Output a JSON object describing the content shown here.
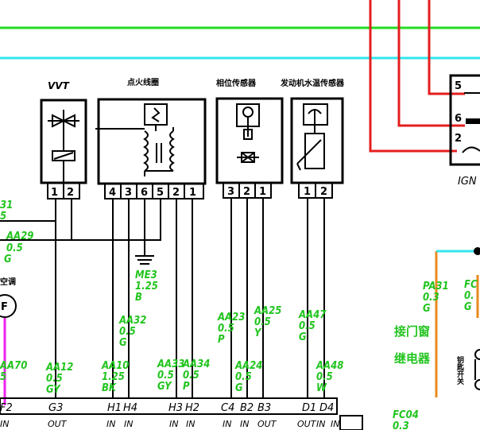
{
  "colors": {
    "green_wire": "#22dd22",
    "cyan_wire": "#33e5ee",
    "red_wire": "#e41e1e",
    "magenta_wire": "#ee22ee",
    "orange_wire": "#e98a1c",
    "label_green": "#22c41f"
  },
  "components": {
    "vvt": {
      "title": "VVT",
      "pins": [
        "1",
        "2"
      ]
    },
    "ignition_coil": {
      "title": "点火线圈",
      "pins": [
        "4",
        "3",
        "6",
        "5",
        "2",
        "1"
      ]
    },
    "camshaft_sensor": {
      "title": "相位传感器",
      "pins": [
        "3",
        "2",
        "1"
      ]
    },
    "coolant_sensor": {
      "title": "发动机水温传感器",
      "pins": [
        "1",
        "2"
      ]
    },
    "ign_switch": {
      "title": "IGN",
      "pins": [
        "5",
        "6",
        "2"
      ]
    },
    "relay_text_1": "接门窗",
    "relay_text_2": "继电器",
    "side_text": "空调",
    "side_vtext": "钥匙开关",
    "fan_symbol": "F"
  },
  "wire_labels": {
    "left_top": [
      "31",
      "5"
    ],
    "aa29": [
      "AA29",
      "0.5",
      "G"
    ],
    "me3": [
      "ME3",
      "1.25",
      "B"
    ],
    "aa32": [
      "AA32",
      "0.5",
      "G"
    ],
    "aa10": [
      "AA10",
      "1.25",
      "BK"
    ],
    "aa33": [
      "AA33",
      "0.5",
      "GY"
    ],
    "aa34": [
      "AA34",
      "0.5",
      "P"
    ],
    "aa23": [
      "AA23",
      "0.5",
      "P"
    ],
    "aa25": [
      "AA25",
      "0.5",
      "Y"
    ],
    "aa24": [
      "AA24",
      "0.5",
      "G"
    ],
    "aa47": [
      "AA47",
      "0.5",
      "G"
    ],
    "aa48": [
      "AA48",
      "0.5",
      "W"
    ],
    "aa12": [
      "AA12",
      "0.5",
      "GY"
    ],
    "aa70": [
      "AA70",
      "5"
    ],
    "pa31": [
      "PA31",
      "0.3",
      "G"
    ],
    "fc_right": [
      "FC",
      "0.",
      "G"
    ],
    "fc04": [
      "FC04",
      "0.3"
    ]
  },
  "ecu_connector": {
    "pins": [
      "F2",
      "G3",
      "H1",
      "H4",
      "H3",
      "H2",
      "C4",
      "B2",
      "B3",
      "D1",
      "D4"
    ],
    "io": [
      "IN",
      "OUT",
      "IN",
      "IN",
      "IN",
      "IN",
      "IN",
      "IN",
      "OUT",
      "OUT",
      "IN",
      "IN"
    ]
  }
}
